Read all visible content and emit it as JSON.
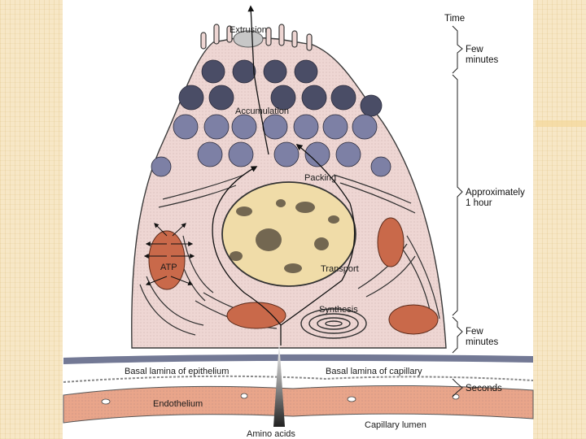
{
  "labels": {
    "extrusion": "Extrusion",
    "accumulation": "Accumulation",
    "packing": "Packing",
    "atp": "ATP",
    "transport": "Transport",
    "synthesis": "Synthesis",
    "basal_epi": "Basal lamina of epithelium",
    "basal_cap": "Basal lamina of capillary",
    "endothelium": "Endothelium",
    "amino_acids": "Amino acids",
    "capillary_lumen": "Capillary lumen"
  },
  "timeline": {
    "title": "Time",
    "few_minutes_top_1": "Few",
    "few_minutes_top_2": "minutes",
    "approx_1": "Approximately",
    "approx_2": "1 hour",
    "few_minutes_bottom_1": "Few",
    "few_minutes_bottom_2": "minutes",
    "seconds": "Seconds"
  },
  "colors": {
    "cytoplasm": "#eed6d3",
    "cell_outline": "#3a3a3a",
    "granule_dark": "#4a4d66",
    "granule_light": "#7d80a5",
    "mitochondria": "#c9694a",
    "nucleus": "#f0dca8",
    "chromatin": "#4a4035",
    "endothelium": "#e9a58a",
    "basal": "#5b6183"
  }
}
